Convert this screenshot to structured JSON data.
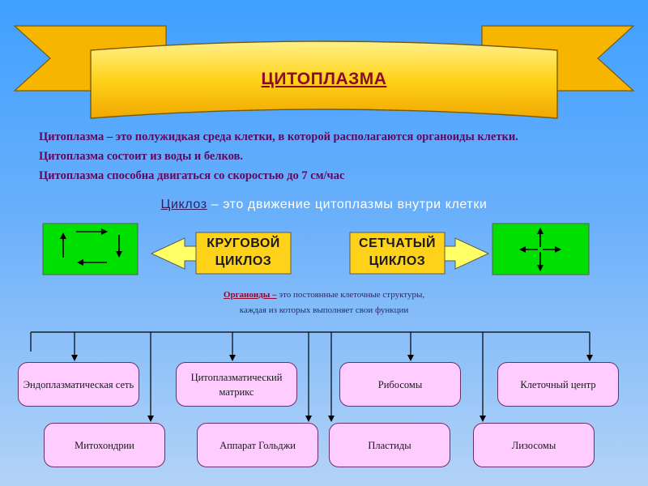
{
  "banner": {
    "title": "ЦИТОПЛАЗМА"
  },
  "facts": [
    "Цитоплазма – это полужидкая среда клетки, в которой располагаются органоиды клетки.",
    "Цитоплазма состоит из воды и белков.",
    "Цитоплазма способна двигаться со скоростью до 7 см/час"
  ],
  "cyclosis": {
    "term": "Циклоз",
    "definition": " – это движение цитоплазмы внутри клетки",
    "types": [
      {
        "line1": "КРУГОВОЙ",
        "line2": "ЦИКЛОЗ"
      },
      {
        "line1": "СЕТЧАТЫЙ",
        "line2": "ЦИКЛОЗ"
      }
    ]
  },
  "organoids": {
    "term": "Органоиды –",
    "line1": " это постоянные клеточные структуры,",
    "line2": "каждая из которых выполняет свои функции",
    "top_row": [
      "Эндоплазматическая сеть",
      "Цитоплазматический матрикс",
      "Рибосомы",
      "Клеточный центр"
    ],
    "bottom_row": [
      "Митохондрии",
      "Аппарат Гольджи",
      "Пластиды",
      "Лизосомы"
    ]
  },
  "colors": {
    "banner_fill": "#ffd21a",
    "green_box": "#00e000",
    "label_box": "#ffd21a",
    "arrow_fill": "#ffff66",
    "org_box": "#ffccff",
    "title_text": "#8b0a2e",
    "fact_text": "#5b0a5f"
  }
}
